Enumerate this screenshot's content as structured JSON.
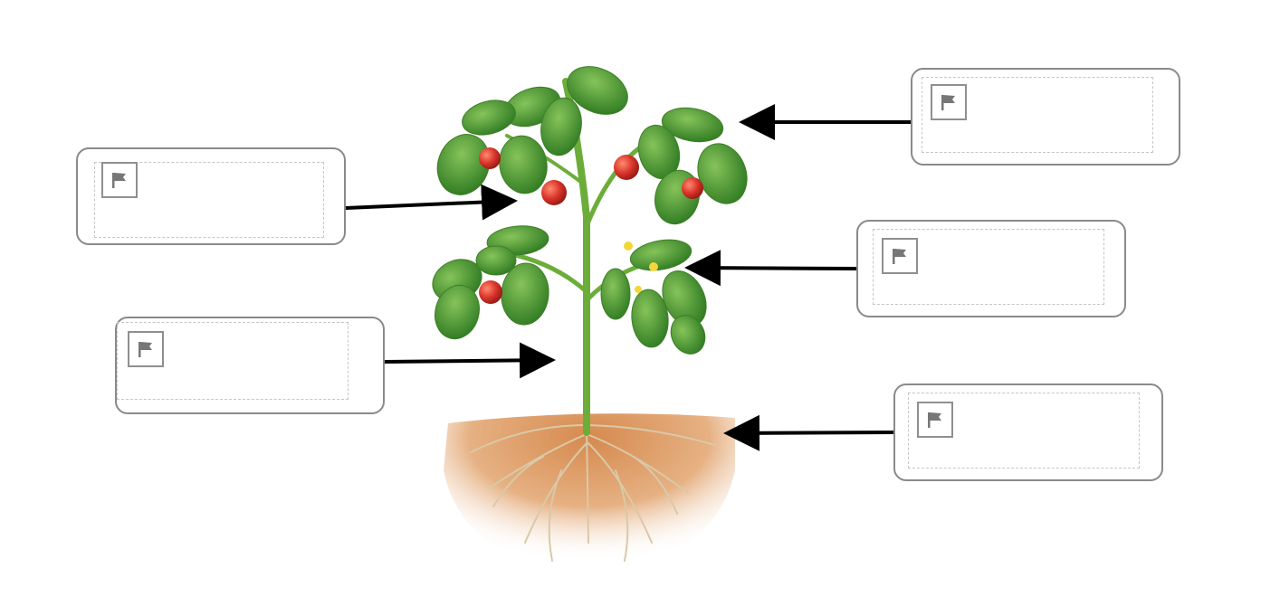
{
  "diagram": {
    "type": "drag-and-drop labeling",
    "subject": "plant-illustration"
  },
  "dropzones": [
    {
      "id": "left-top",
      "answer": "",
      "icon": "flag-icon"
    },
    {
      "id": "left-bottom",
      "answer": "",
      "icon": "flag-icon"
    },
    {
      "id": "right-top",
      "answer": "",
      "icon": "flag-icon"
    },
    {
      "id": "right-middle",
      "answer": "",
      "icon": "flag-icon"
    },
    {
      "id": "right-bottom",
      "answer": "",
      "icon": "flag-icon"
    }
  ],
  "colors": {
    "box_border": "#8a8a8a",
    "arrow": "#000000",
    "leaf": "#4f9a2d",
    "fruit": "#d9352a",
    "soil": "#d7935b"
  }
}
